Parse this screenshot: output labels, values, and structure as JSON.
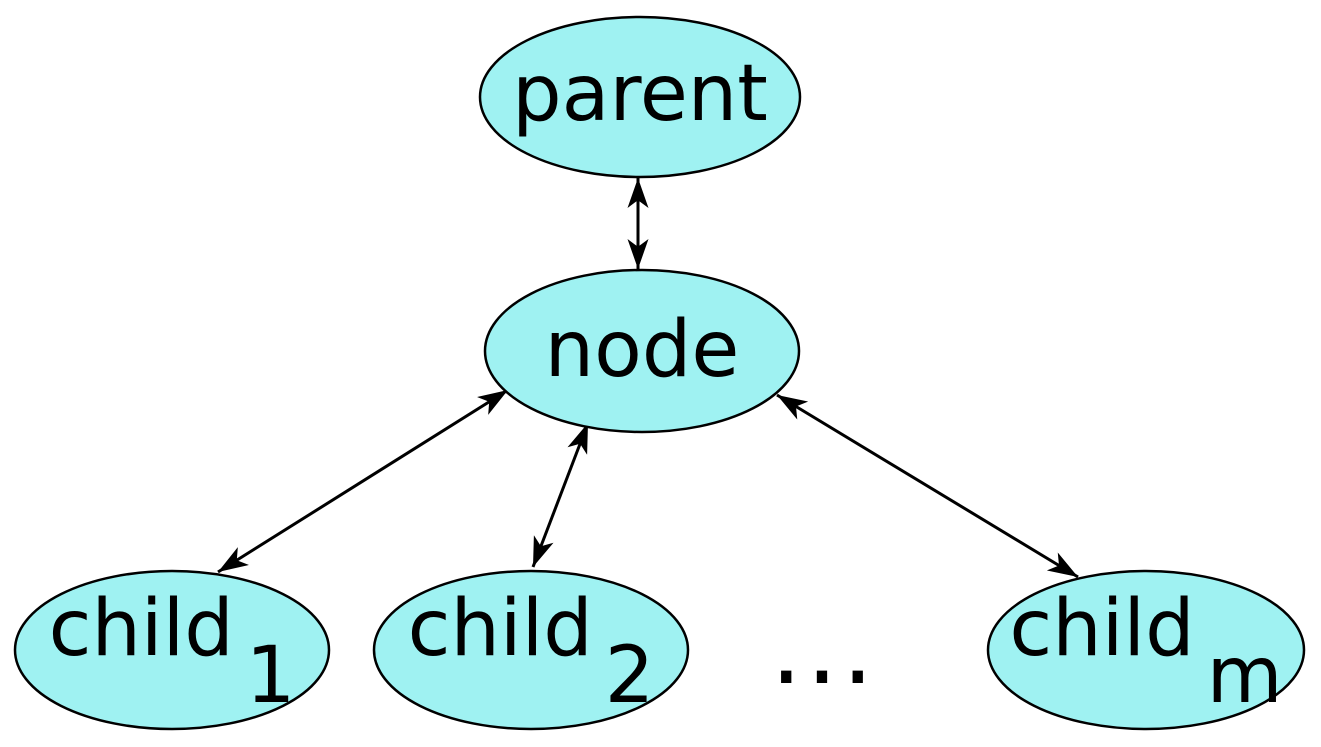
{
  "diagram": {
    "type": "tree",
    "colors": {
      "node_fill": "#9ff2f2",
      "node_stroke": "#000000",
      "edge_color": "#000000",
      "text_color": "#000000",
      "background": "#ffffff"
    },
    "nodes": {
      "parent": {
        "label": "parent"
      },
      "node": {
        "label": "node"
      },
      "child1": {
        "label": "child",
        "subscript": "1"
      },
      "child2": {
        "label": "child",
        "subscript": "2"
      },
      "childm": {
        "label": "child",
        "subscript": "m"
      }
    },
    "ellipsis": "...",
    "edges": [
      {
        "from": "parent",
        "to": "node",
        "bidirectional": true
      },
      {
        "from": "node",
        "to": "child1",
        "bidirectional": true
      },
      {
        "from": "node",
        "to": "child2",
        "bidirectional": true
      },
      {
        "from": "node",
        "to": "childm",
        "bidirectional": true
      }
    ]
  }
}
